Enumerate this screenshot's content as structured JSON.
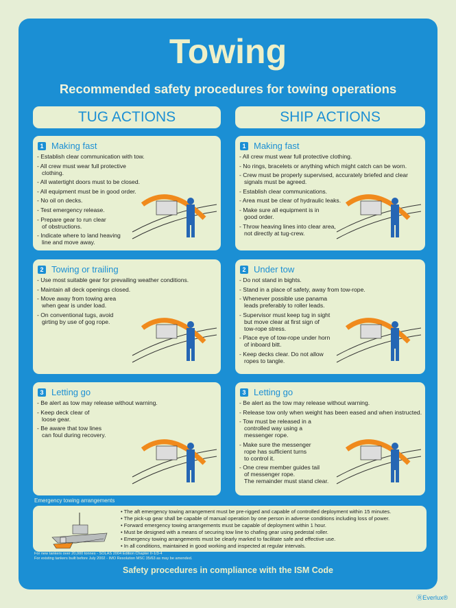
{
  "title": "Towing",
  "subtitle": "Recommended safety procedures for towing operations",
  "columns": [
    {
      "header": "TUG ACTIONS",
      "sections": [
        {
          "num": "1",
          "title": "Making fast",
          "items": [
            "Establish clear communication with tow.",
            "All crew must wear full protective\nclothing.",
            "All watertight doors must to be closed.",
            "All equipment must be in good order.",
            "No oil on decks.",
            "Test emergency release.",
            "Prepare gear to run clear\nof obstructions.",
            "Indicate where to land heaving\nline and move away."
          ]
        },
        {
          "num": "2",
          "title": "Towing or trailing",
          "items": [
            "Use most suitable gear for prevailing weather conditions.",
            "Maintain all deck openings closed.",
            "Move away from towing area\nwhen gear is under load.",
            "On conventional tugs, avoid\ngirting by use of gog rope."
          ]
        },
        {
          "num": "3",
          "title": "Letting go",
          "items": [
            "Be alert as tow may release without warning.",
            "Keep deck clear of\nloose gear.",
            "Be aware that tow lines\ncan foul during recovery."
          ]
        }
      ]
    },
    {
      "header": "SHIP ACTIONS",
      "sections": [
        {
          "num": "1",
          "title": "Making fast",
          "items": [
            "All crew must wear full protective clothing.",
            "No rings, bracelets or anything which might catch can be worn.",
            "Crew must be properly supervised, accurately briefed and clear\nsignals must be agreed.",
            "Establish clear communications.",
            "Area must be clear of hydraulic leaks.",
            "Make sure all equipment is in\ngood order.",
            "Throw heaving lines into clear area,\nnot directly at tug-crew."
          ]
        },
        {
          "num": "2",
          "title": "Under tow",
          "items": [
            "Do not stand in bights.",
            "Stand in a place of safety, away from tow-rope.",
            "Whenever possible use panama\nleads preferably to roller leads.",
            "Supervisor must keep tug in sight\nbut move clear at first sign of\ntow-rope stress.",
            "Place eye of tow-rope under horn\nof inboard bitt.",
            "Keep decks clear. Do not allow\nropes to tangle."
          ]
        },
        {
          "num": "3",
          "title": "Letting go",
          "items": [
            "Be alert as the tow may release without warning.",
            "Release tow only when weight has been eased and when instructed.",
            "Tow must be released in a\ncontrolled way using a\nmessenger rope.",
            "Make sure the messenger\nrope has sufficient turns\nto control it.",
            "One crew member guides tail\nof messenger rope.\nThe remainder must stand clear."
          ]
        }
      ]
    }
  ],
  "emergency": {
    "label": "Emergency towing arrangements",
    "items": [
      "The aft emergency towing arrangement must be pre-rigged and capable of controlled deployment within 15 minutes.",
      "The pick-up gear shall be capable of manual operation by one person in adverse conditions including loss of power.",
      "Forward emergency towing arrangements must be capable of deployment within 1 hour.",
      "Must be designed with a means of securing tow line to chafing gear using pedestal roller.",
      "Emergency towing arrangements must be clearly marked to facilitate safe and effective use.",
      "In all conditions, maintained in good working and inspected at regular intervals."
    ]
  },
  "footnotes": [
    "For new tankers over 20,000 tonnes - SOLAS 2004 Edition Chapter II-1/3-4",
    "For existing tankers built before July 2002 - IMO Resolution MSC 35/63 as may be amended."
  ],
  "footer": "Safety procedures in compliance with the ISM Code",
  "brand": "Everlux",
  "colors": {
    "background": "#1b8fd4",
    "panel": "#e8f0d2",
    "title": "#eef0c8",
    "accent_orange": "#f08a1c"
  }
}
